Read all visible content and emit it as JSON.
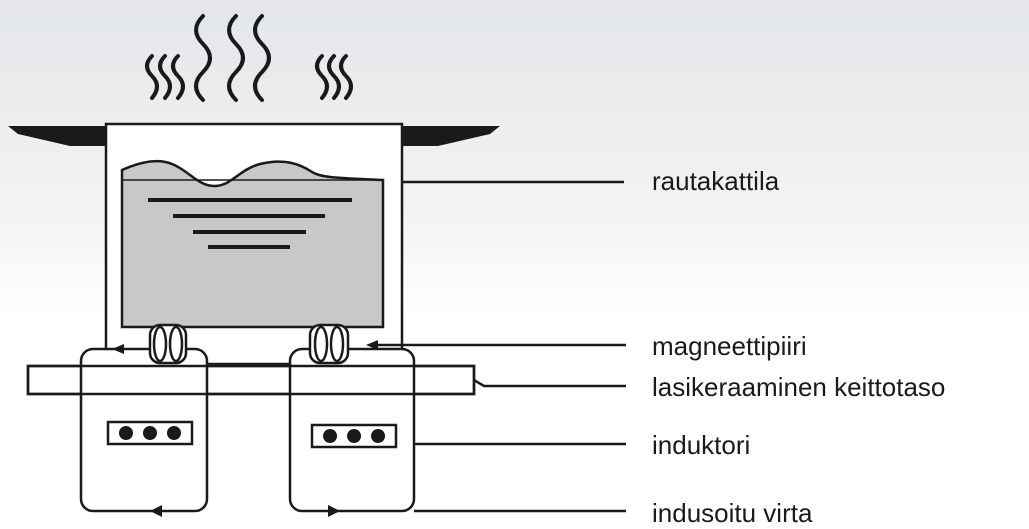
{
  "labels": {
    "pot": "rautakattila",
    "magnetic_circuit": "magneettipiiri",
    "cooktop": "lasikeraaminen keittotaso",
    "inductor": "induktori",
    "induced_current": "indusoitu virta"
  },
  "colors": {
    "stroke": "#1a1a1a",
    "water": "#c8c8c8",
    "panel": "#ffffff",
    "handle": "#1a1a1a"
  }
}
